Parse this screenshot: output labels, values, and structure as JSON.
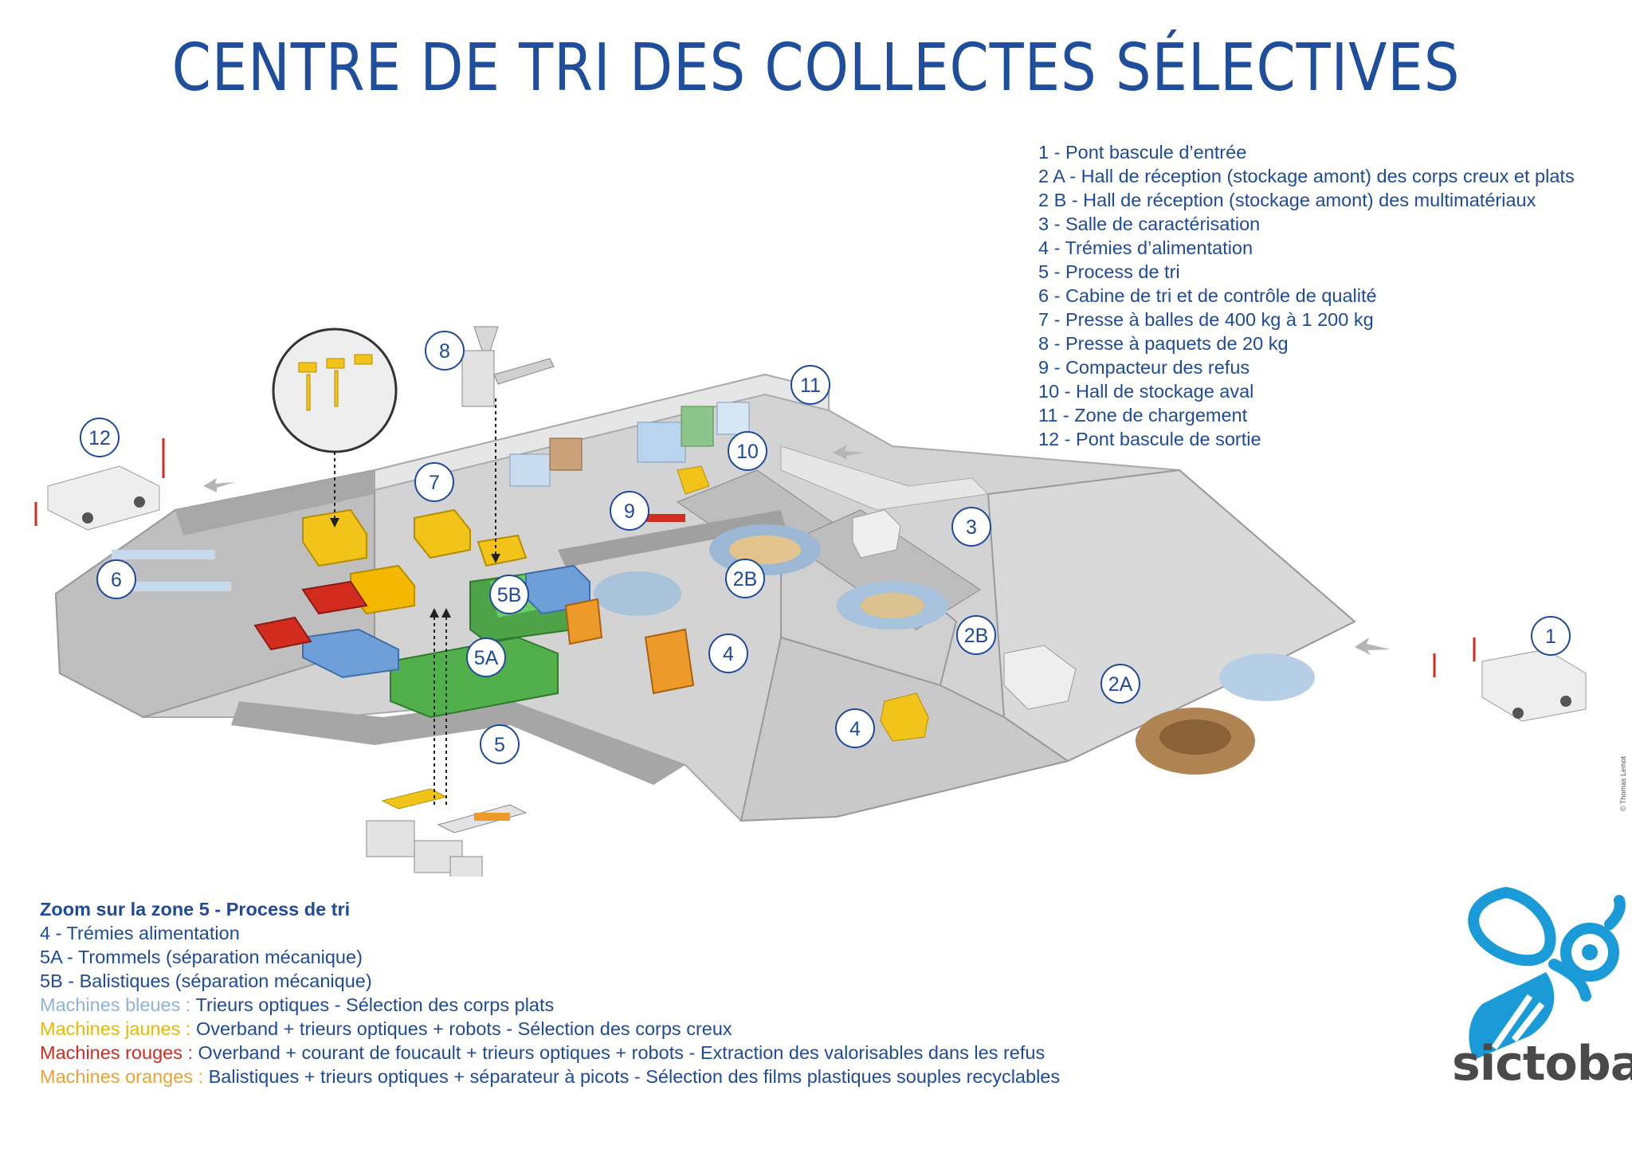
{
  "title": "CENTRE DE TRI DES COLLECTES SÉLECTIVES",
  "legend": [
    "1 - Pont bascule d’entrée",
    "2 A - Hall de réception (stockage amont) des corps creux et plats",
    "2 B - Hall de réception (stockage amont) des multimatériaux",
    "3 - Salle de caractérisation",
    "4 - Trémies d’alimentation",
    "5 - Process de tri",
    "6 - Cabine de tri et de contrôle de qualité",
    "7 - Presse à balles de 400 kg à 1 200 kg",
    "8 - Presse à paquets de 20 kg",
    "9 - Compacteur des refus",
    "10 - Hall de stockage aval",
    "11 - Zone de chargement",
    "12 - Pont bascule de sortie"
  ],
  "zoom": {
    "title": "Zoom sur la zone 5 - Process de tri",
    "lines": [
      "4 - Trémies alimentation",
      "5A - Trommels (séparation mécanique)",
      "5B - Balistiques (séparation mécanique)"
    ],
    "machines": [
      {
        "label": "Machines bleues :",
        "text": " Trieurs optiques - Sélection des corps plats",
        "color": "#8fb3d9"
      },
      {
        "label": "Machines jaunes :",
        "text": " Overband + trieurs optiques + robots - Sélection des corps creux",
        "color": "#e9b800"
      },
      {
        "label": "Machines rouges :",
        "text": " Overband + courant de foucault + trieurs optiques + robots - Extraction des valorisables dans les refus",
        "color": "#d22c1f"
      },
      {
        "label": "Machines oranges :",
        "text": " Balistiques + trieurs optiques + séparateur à picots - Sélection des films plastiques souples recyclables",
        "color": "#e9a23a"
      }
    ]
  },
  "markers": {
    "m1": "1",
    "m2a": "2A",
    "m2b_1": "2B",
    "m2b_2": "2B",
    "m3": "3",
    "m4_1": "4",
    "m4_2": "4",
    "m5": "5",
    "m5a": "5A",
    "m5b": "5B",
    "m6": "6",
    "m7": "7",
    "m8": "8",
    "m9": "9",
    "m10": "10",
    "m11": "11",
    "m12": "12"
  },
  "credit": "© Thomas Lemot",
  "logo_text": "sictoba",
  "colors": {
    "title": "#1f4e9c",
    "text": "#1e4a9a",
    "blue_machine": "#6f9fd8",
    "yellow_machine": "#f2c318",
    "red_machine": "#d22c1f",
    "orange_machine": "#ee9a2a",
    "green_machine": "#52b04c",
    "logo": "#1a9bd7"
  }
}
